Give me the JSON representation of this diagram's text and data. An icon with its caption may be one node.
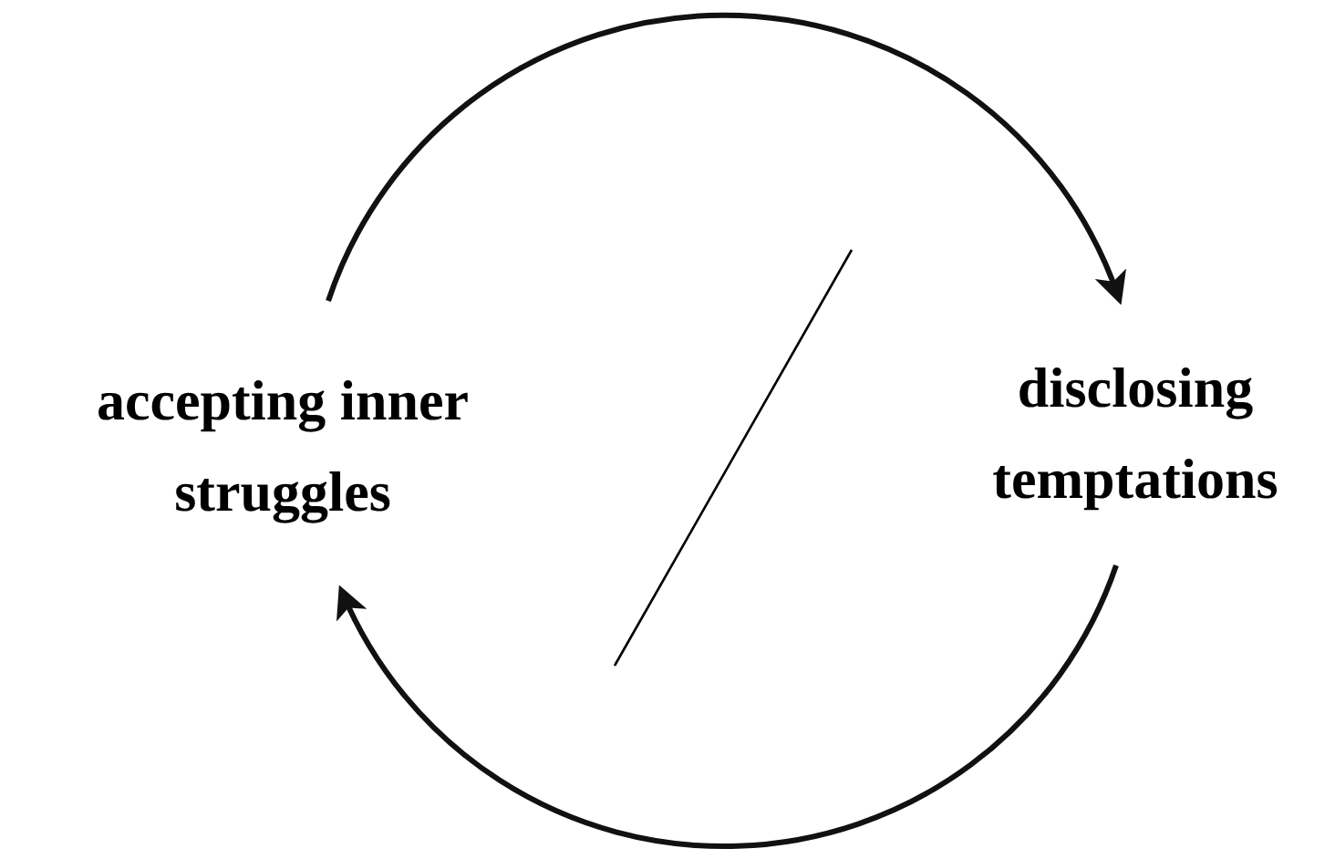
{
  "diagram": {
    "nodes": [
      {
        "text": [
          "accepting inner struggles"
        ]
      },
      {
        "text": [
          "disclosing temptations"
        ]
      }
    ],
    "edges": [
      {
        "from": 0,
        "to": 1,
        "arrow": "to"
      },
      {
        "from": 1,
        "to": 0,
        "arrow": "to"
      }
    ]
  }
}
